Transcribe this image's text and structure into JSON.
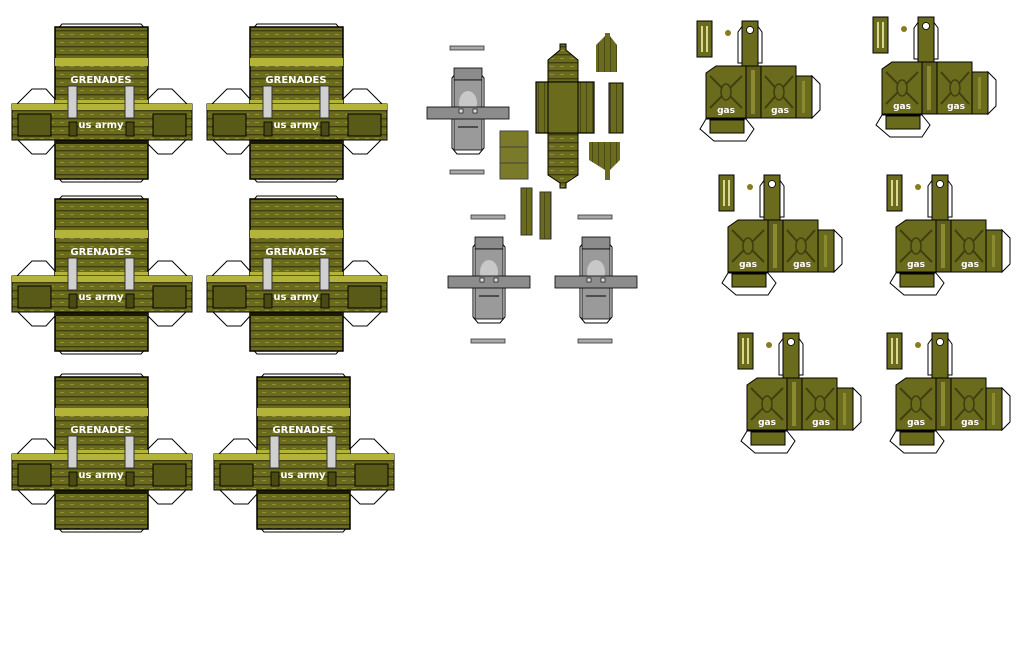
{
  "sheet": {
    "crate": {
      "title_label": "GRENADES",
      "marking_label": "us army",
      "count": 6
    },
    "gas_can": {
      "label": "gas",
      "count": 6
    },
    "colors": {
      "olive": "#6b6b1e",
      "olive_light": "#b4b43a",
      "olive_dark": "#3f3f10",
      "grey": "#8c8c8c",
      "grey_light": "#c8c8c8",
      "outline": "#000000",
      "paper": "#ffffff"
    }
  }
}
